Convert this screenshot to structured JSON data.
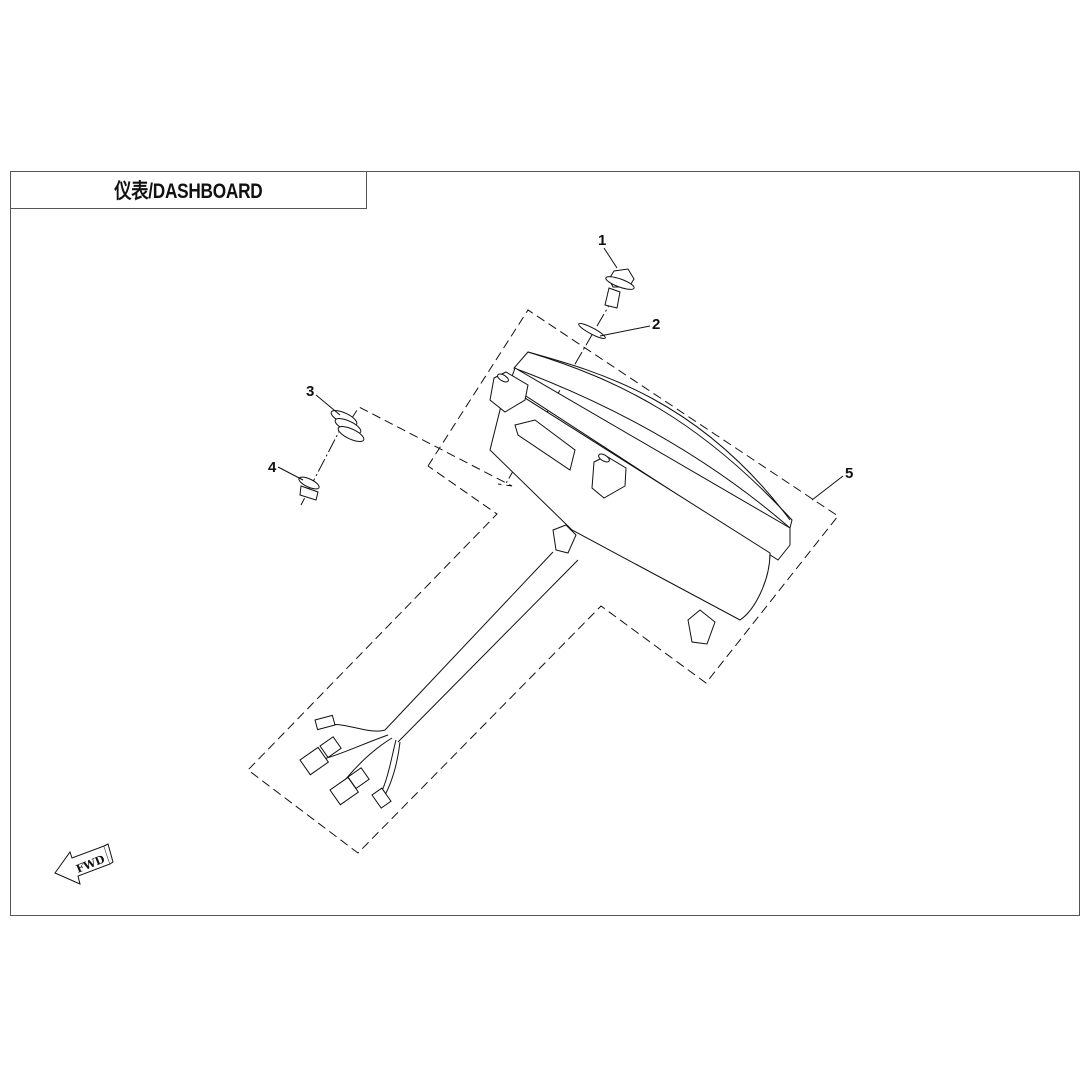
{
  "drawing": {
    "title": "仪表/DASHBOARD",
    "direction_indicator": {
      "icon": "fwd-arrow-icon",
      "label": "FWD"
    },
    "callouts": [
      {
        "number": "1",
        "part": "bolt"
      },
      {
        "number": "2",
        "part": "washer"
      },
      {
        "number": "3",
        "part": "rubber-grommet"
      },
      {
        "number": "4",
        "part": "collar-sleeve"
      },
      {
        "number": "5",
        "part": "dashboard-assembly-with-harness"
      }
    ],
    "colors": {
      "line": "#111111",
      "frame": "#555555",
      "background": "#ffffff"
    }
  }
}
